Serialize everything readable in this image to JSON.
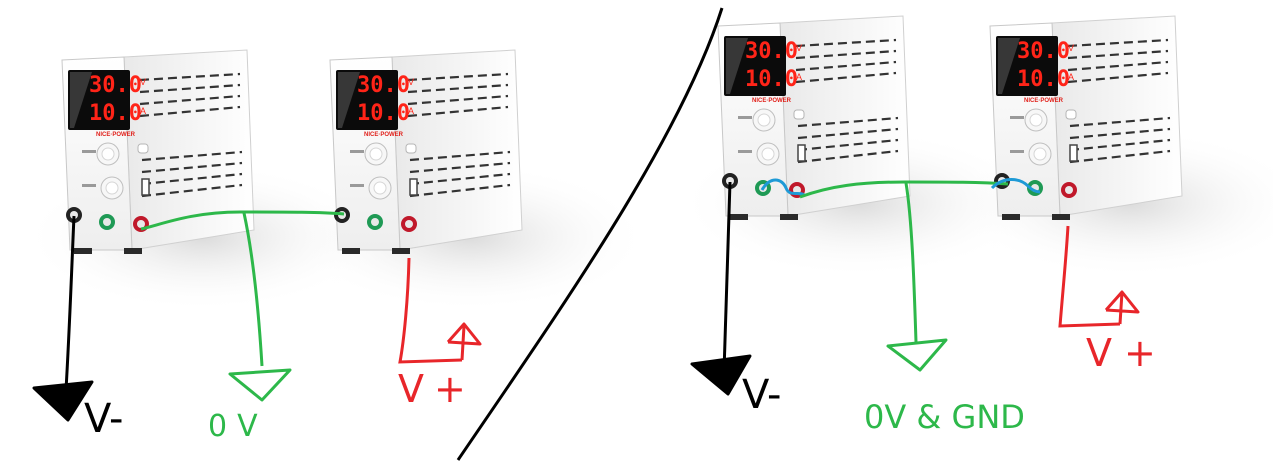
{
  "colors": {
    "wire_black": "#000000",
    "wire_green": "#2db84a",
    "wire_red": "#e8262a",
    "wire_blue": "#1e9ad6",
    "display_red": "#ff2418",
    "display_bg": "#0b0b0b",
    "chassis": "#f4f4f4",
    "brand_red": "#e0201a",
    "terminal_green": "#1f9a55",
    "terminal_red": "#c0182a"
  },
  "supplies": [
    {
      "voltage": "30.0",
      "voltage_unit": "V",
      "current": "10.0",
      "current_unit": "A",
      "brand": "NICE·POWER"
    },
    {
      "voltage": "30.0",
      "voltage_unit": "V",
      "current": "10.0",
      "current_unit": "A",
      "brand": "NICE·POWER"
    },
    {
      "voltage": "30.0",
      "voltage_unit": "V",
      "current": "10.0",
      "current_unit": "A",
      "brand": "NICE·POWER"
    },
    {
      "voltage": "30.0",
      "voltage_unit": "V",
      "current": "10.0",
      "current_unit": "A",
      "brand": "NICE·POWER"
    }
  ],
  "left_panel": {
    "vneg_label": "V-",
    "zero_label": "0V",
    "vpos_label": "V+"
  },
  "right_panel": {
    "vneg_label": "V-",
    "zero_gnd_label": "0V & GND",
    "vpos_label": "V+"
  }
}
